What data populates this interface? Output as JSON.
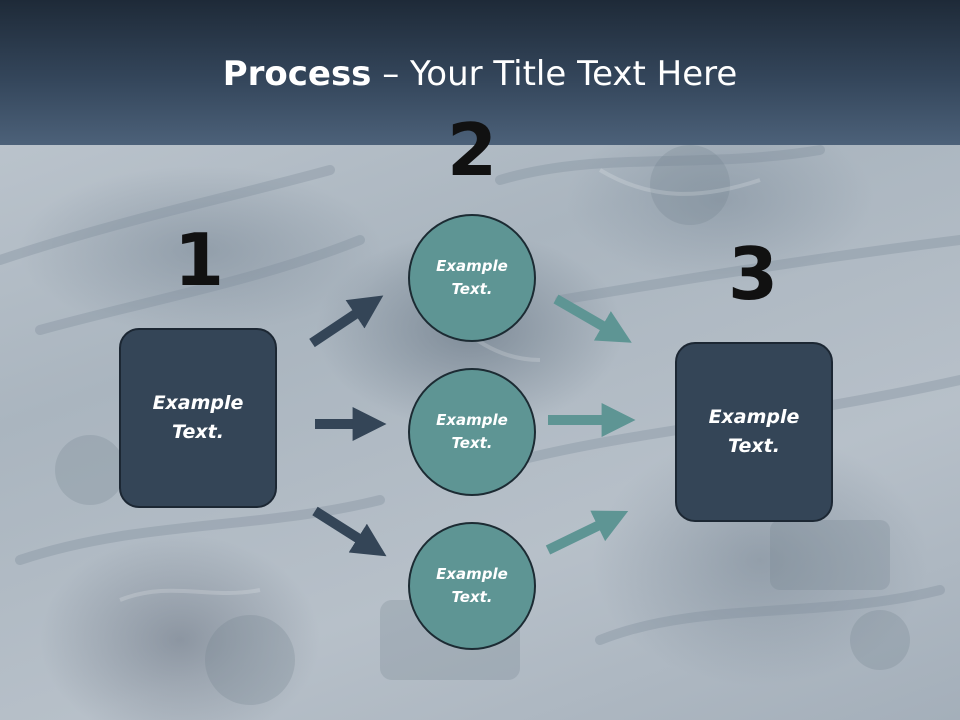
{
  "slide": {
    "title_bold": "Process",
    "title_rest": " – Your Title Text Here"
  },
  "steps": {
    "num1": "1",
    "num2": "2",
    "num3": "3"
  },
  "boxes": {
    "left": "Example\nText.",
    "right": "Example\nText."
  },
  "circles": {
    "top": "Example\nText.",
    "middle": "Example\nText.",
    "bottom": "Example\nText."
  },
  "colors": {
    "header_dark": "#1e2a38",
    "box_fill": "#344557",
    "circle_fill": "#5e9594",
    "arrow_dark": "#344557",
    "arrow_teal": "#5e9594"
  }
}
